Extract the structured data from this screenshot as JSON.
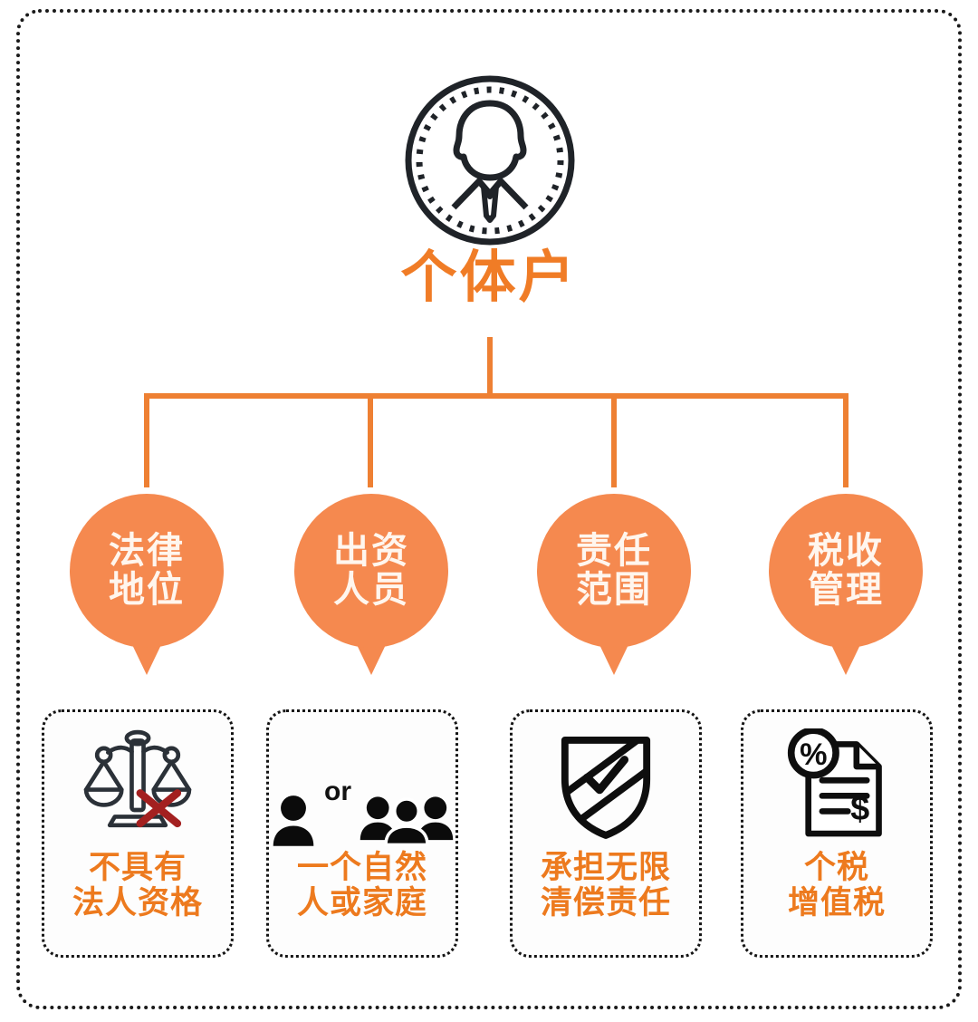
{
  "diagram": {
    "root": {
      "title": "个体户",
      "icon": "person-in-circle-icon"
    },
    "branches": [
      {
        "label_line1": "法律",
        "label_line2": "地位"
      },
      {
        "label_line1": "出资",
        "label_line2": "人员"
      },
      {
        "label_line1": "责任",
        "label_line2": "范围"
      },
      {
        "label_line1": "税收",
        "label_line2": "管理"
      }
    ],
    "cards": [
      {
        "icon": "scales-of-justice-crossed-out-icon",
        "text_line1": "不具有",
        "text_line2": "法人资格"
      },
      {
        "icon": "person-or-group-icon",
        "or_word": "or",
        "text_line1": "一个自然",
        "text_line2": "人或家庭"
      },
      {
        "icon": "shield-check-icon",
        "text_line1": "承担无限",
        "text_line2": "清偿责任"
      },
      {
        "icon": "tax-document-percent-dollar-icon",
        "text_line1": "个税",
        "text_line2": "增值税"
      }
    ],
    "colors": {
      "bubble_orange": "#F5894F",
      "title_orange": "#F07C26",
      "card_text_orange": "#ED7A1E",
      "connector_orange": "#EE8033",
      "icon_dark": "#1F2328",
      "cross_red": "#A32020"
    }
  }
}
